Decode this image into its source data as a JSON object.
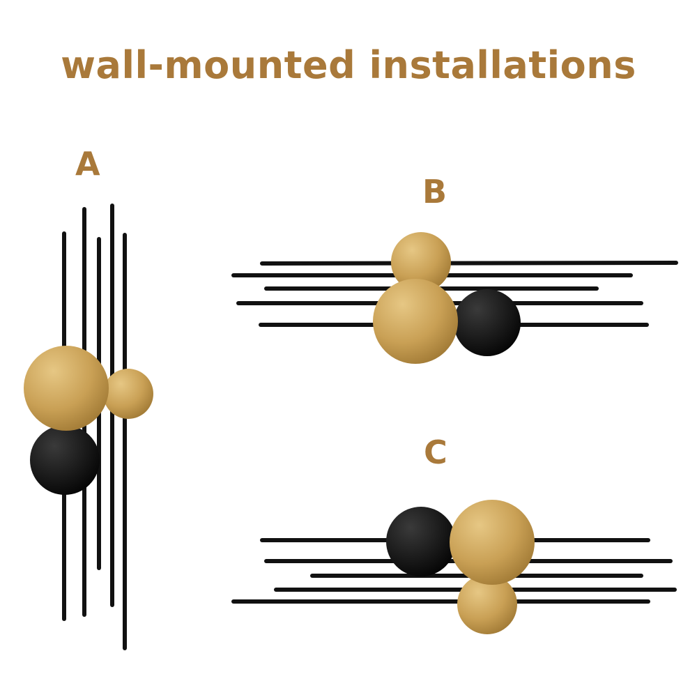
{
  "title": "wall-mounted installations",
  "labels": {
    "a": "A",
    "b": "B",
    "c": "C"
  },
  "colors": {
    "text": "#a9793a",
    "rod": "#111111",
    "gold_light": "#e6c784",
    "gold_mid": "#c9a055",
    "gold_dark": "#a27b36",
    "black_light": "#3a3a3a",
    "black_dark": "#050505"
  },
  "installations": [
    {
      "id": "A",
      "orientation": "vertical",
      "rods": 5,
      "discs": [
        "gold",
        "gold",
        "black"
      ]
    },
    {
      "id": "B",
      "orientation": "horizontal",
      "rods": 5,
      "discs": [
        "gold",
        "gold",
        "black"
      ]
    },
    {
      "id": "C",
      "orientation": "horizontal",
      "rods": 5,
      "discs": [
        "black",
        "gold",
        "gold"
      ]
    }
  ]
}
